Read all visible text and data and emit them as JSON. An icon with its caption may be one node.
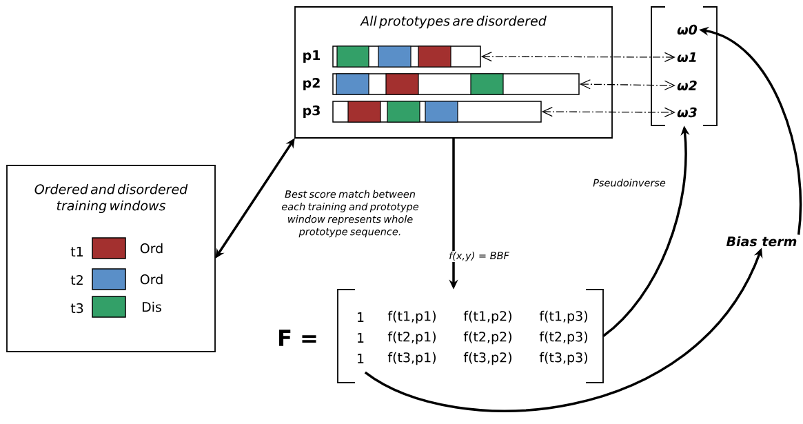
{
  "diagram": {
    "nodes": [
      {
        "text": [
          "All prototypes are disordered"
        ]
      },
      {
        "text": [],
        "shape": "bar",
        "beside": [
          "p1"
        ],
        "in": 0
      },
      {
        "text": [],
        "shape": "bar",
        "beside": [
          "p2"
        ],
        "in": 0
      },
      {
        "text": [],
        "shape": "bar",
        "beside": [
          "p3"
        ],
        "in": 0
      },
      {
        "text": [],
        "shape": "bracket"
      },
      {
        "text": [
          "ω0"
        ],
        "in": 4
      },
      {
        "text": [
          "ω1"
        ],
        "in": 4
      },
      {
        "text": [
          "ω2"
        ],
        "in": 4
      },
      {
        "text": [
          "ω3"
        ],
        "in": 4
      },
      {
        "text": [
          "Ordered and disordered training windows"
        ]
      },
      {
        "text": [
          "F =",
          "1",
          "f(t1,p1)",
          "f(t1,p2)",
          "f(t1,p3)",
          "1",
          "f(t2,p1)",
          "f(t2,p2)",
          "f(t2,p3)",
          "1",
          "f(t3,p1)",
          "f(t3,p2)",
          "f(t3,p3)"
        ]
      },
      {
        "text": [
          "Bias term"
        ]
      }
    ],
    "edges": [
      {
        "from": 9,
        "to": 0,
        "arrow": "both"
      },
      {
        "from": 0,
        "to": 10,
        "arrow": "to",
        "label": "f(x,y) = BBF"
      },
      {
        "from": 1,
        "to": 6,
        "arrow": "both",
        "style": "dashed"
      },
      {
        "from": 2,
        "to": 7,
        "arrow": "both",
        "style": "dashed"
      },
      {
        "from": 3,
        "to": 8,
        "arrow": "both",
        "style": "dashed"
      },
      {
        "from": 10,
        "to": 4,
        "arrow": "to",
        "label": "Pseudoinverse"
      },
      {
        "from": 10,
        "to": 11,
        "arrow": "to"
      },
      {
        "from": 11,
        "to": 5,
        "arrow": "to"
      }
    ],
    "labels": [
      "Best score match between each training and prototype window represents whole prototype sequence.",
      "t1",
      "t2",
      "t3"
    ],
    "legend": [
      {
        "text": "Ord",
        "color": "#a3302f"
      },
      {
        "text": "Ord",
        "color": "#5a8fc8"
      },
      {
        "text": "Dis",
        "color": "#33a068"
      }
    ]
  }
}
